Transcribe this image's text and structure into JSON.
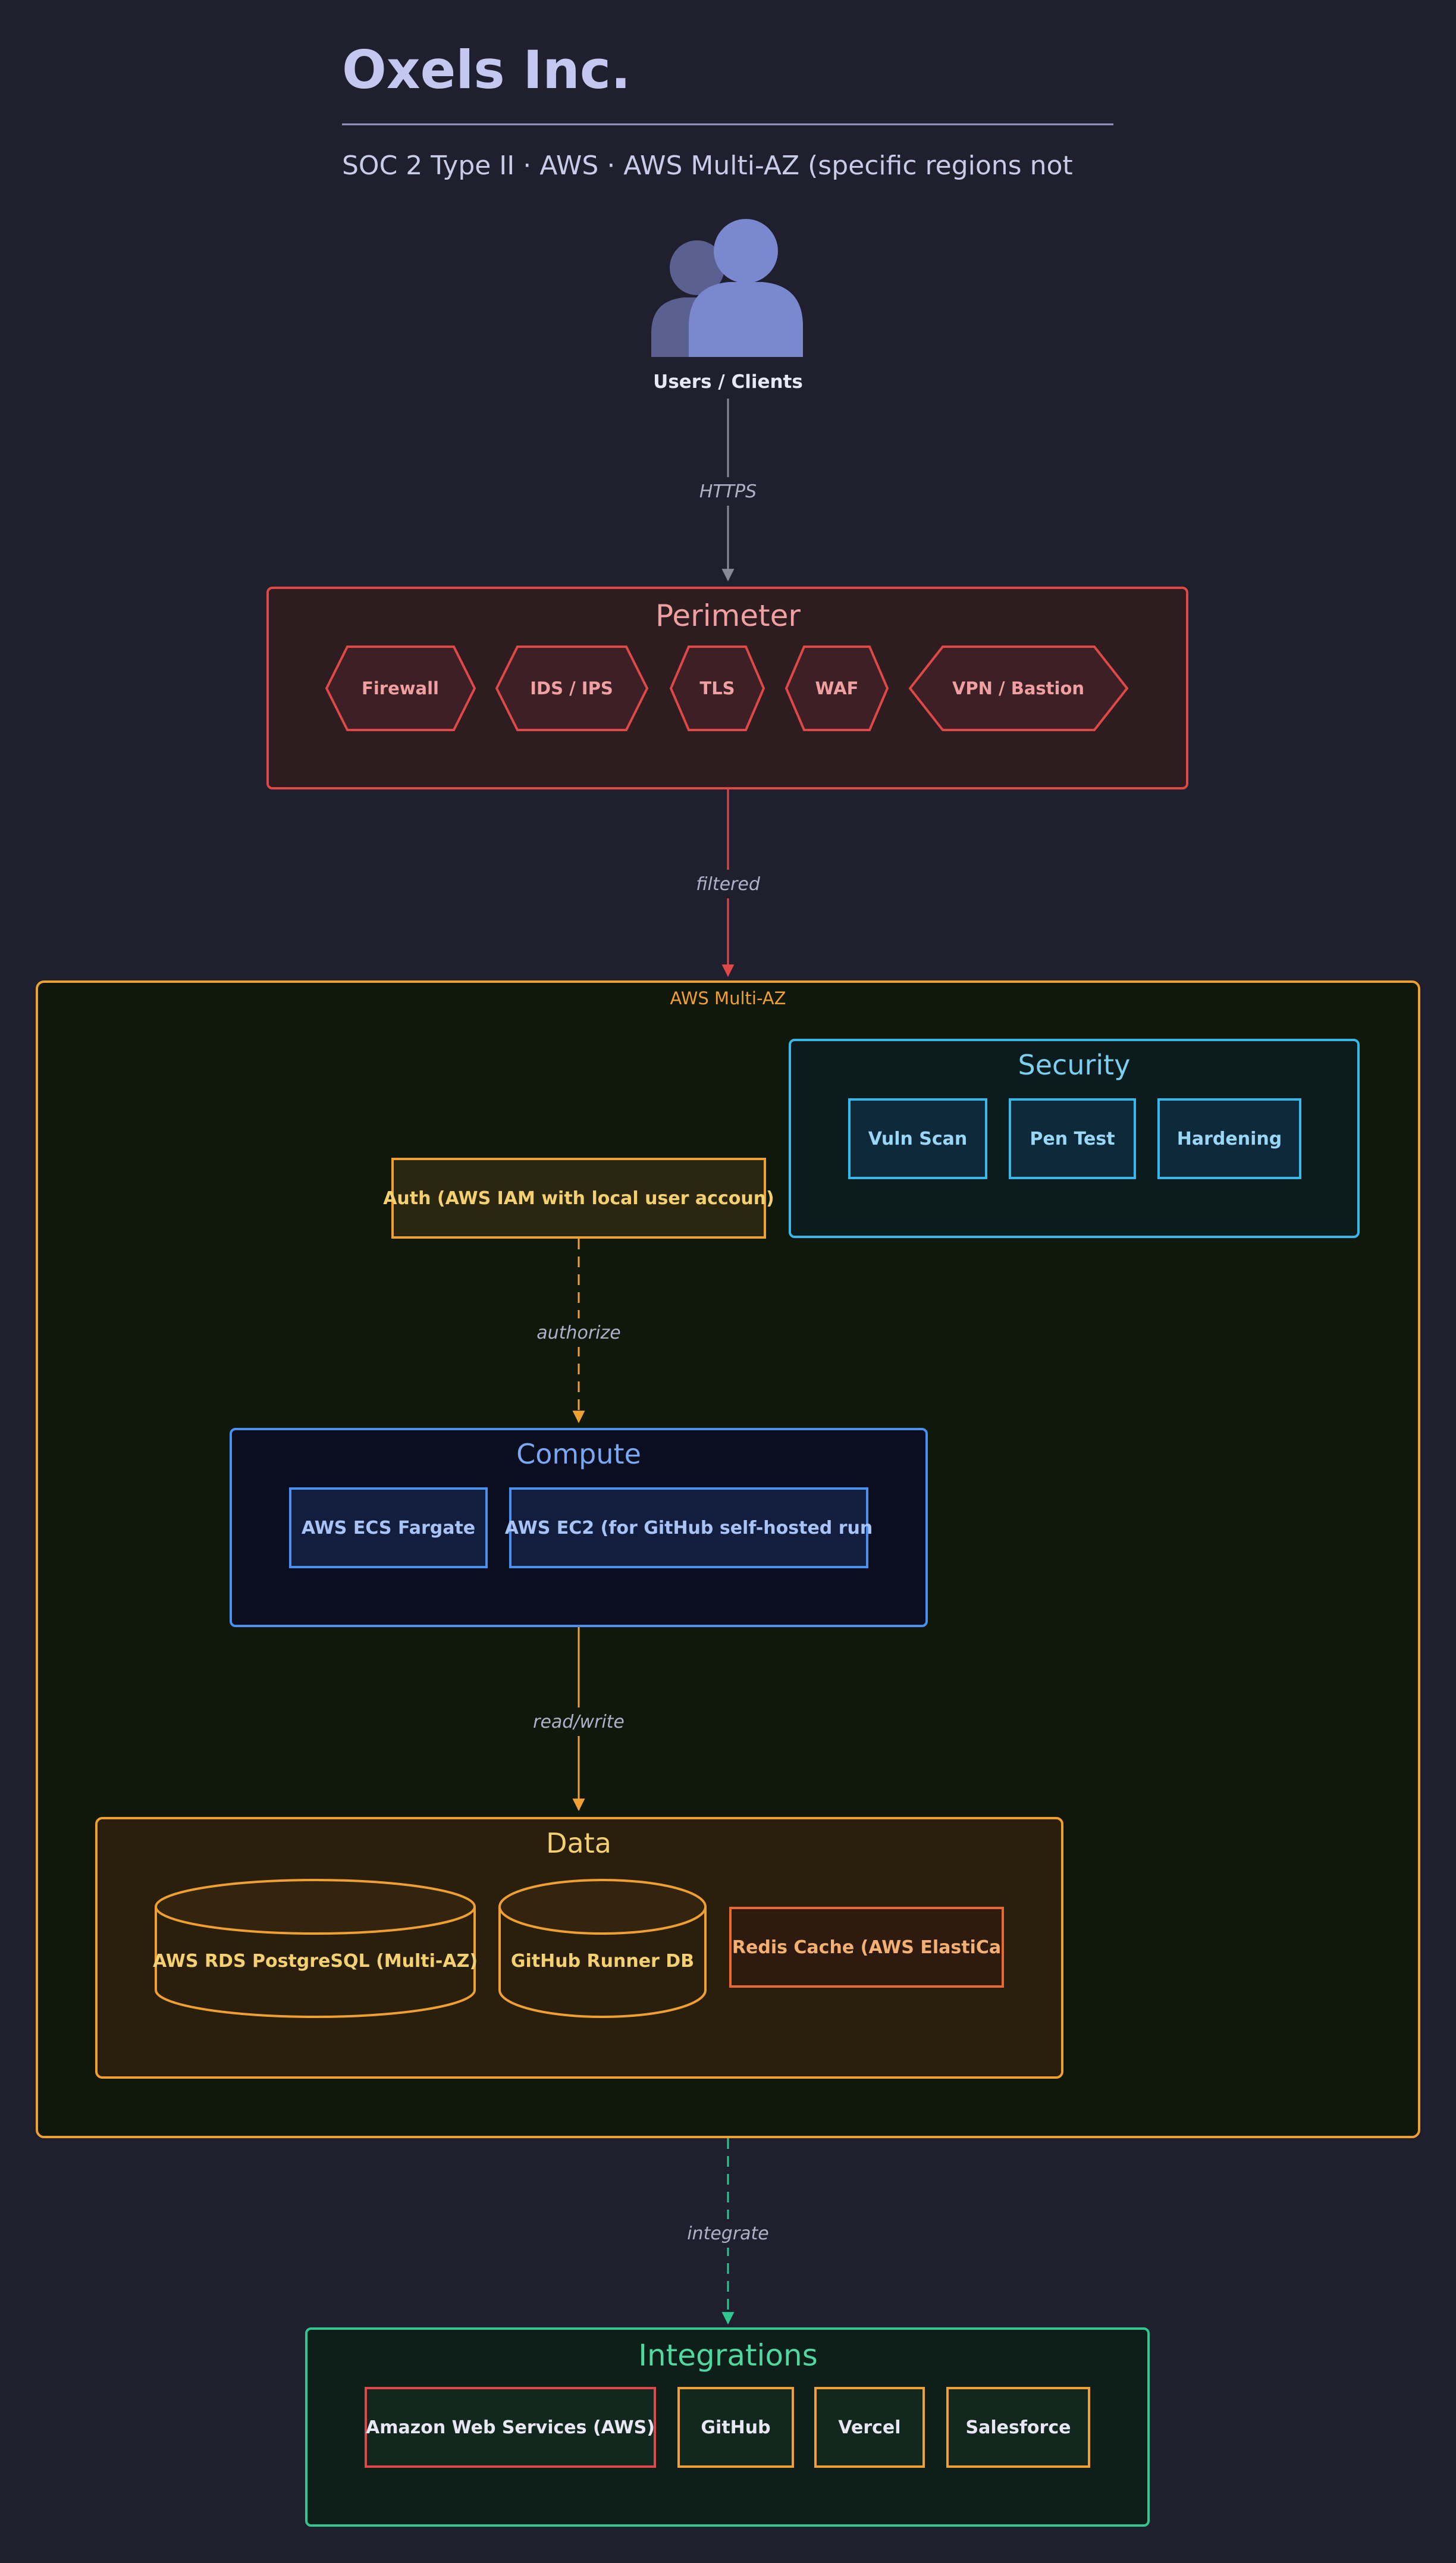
{
  "header": {
    "title": "Oxels Inc.",
    "subtitle": "SOC 2 Type II · AWS · AWS Multi-AZ (specific regions not"
  },
  "users": {
    "label": "Users / Clients",
    "icon": "users-icon"
  },
  "edges": {
    "https": "HTTPS",
    "filtered": "filtered",
    "authorize": "authorize",
    "read_write": "read/write",
    "integrate": "integrate"
  },
  "perimeter": {
    "title": "Perimeter",
    "items": [
      "Firewall",
      "IDS / IPS",
      "TLS",
      "WAF",
      "VPN / Bastion"
    ]
  },
  "cloud": {
    "label": "AWS Multi-AZ"
  },
  "security": {
    "title": "Security",
    "items": [
      "Vuln Scan",
      "Pen Test",
      "Hardening"
    ]
  },
  "auth": {
    "label": "Auth (AWS IAM with local user accoun)"
  },
  "compute": {
    "title": "Compute",
    "items": [
      "AWS ECS Fargate",
      "AWS EC2 (for GitHub self-hosted run"
    ]
  },
  "data_group": {
    "title": "Data",
    "databases": [
      "AWS RDS PostgreSQL (Multi-AZ)",
      "GitHub Runner DB"
    ],
    "cache": "Redis Cache (AWS ElastiCa"
  },
  "integrations": {
    "title": "Integrations",
    "items": [
      "Amazon Web Services (AWS)",
      "GitHub",
      "Vercel",
      "Salesforce"
    ]
  },
  "colors": {
    "background": "#1f1f2e",
    "perimeter": "#e04848",
    "cloud": "#f0a030",
    "security": "#38b8e8",
    "compute": "#4a90f0",
    "integrations": "#30c890",
    "text_muted": "#c8c8e0"
  }
}
